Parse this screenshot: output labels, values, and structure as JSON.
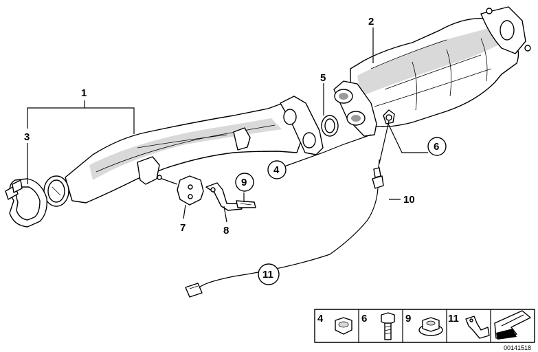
{
  "callouts": [
    {
      "id": "c1",
      "label": "1"
    },
    {
      "id": "c2",
      "label": "2"
    },
    {
      "id": "c3",
      "label": "3"
    },
    {
      "id": "c4",
      "label": "4"
    },
    {
      "id": "c5",
      "label": "5"
    },
    {
      "id": "c6",
      "label": "6"
    },
    {
      "id": "c7",
      "label": "7"
    },
    {
      "id": "c8",
      "label": "8"
    },
    {
      "id": "c9",
      "label": "9"
    },
    {
      "id": "c10",
      "label": "10"
    },
    {
      "id": "c11",
      "label": "11"
    }
  ],
  "legend": {
    "cells": [
      {
        "label": "4",
        "icon": "nut-icon"
      },
      {
        "label": "6",
        "icon": "bolt-icon"
      },
      {
        "label": "9",
        "icon": "flange-nut-icon"
      },
      {
        "label": "11",
        "icon": "bracket-icon"
      },
      {
        "label": "",
        "icon": "arrow-icon"
      }
    ]
  },
  "reference_number": "00141518"
}
